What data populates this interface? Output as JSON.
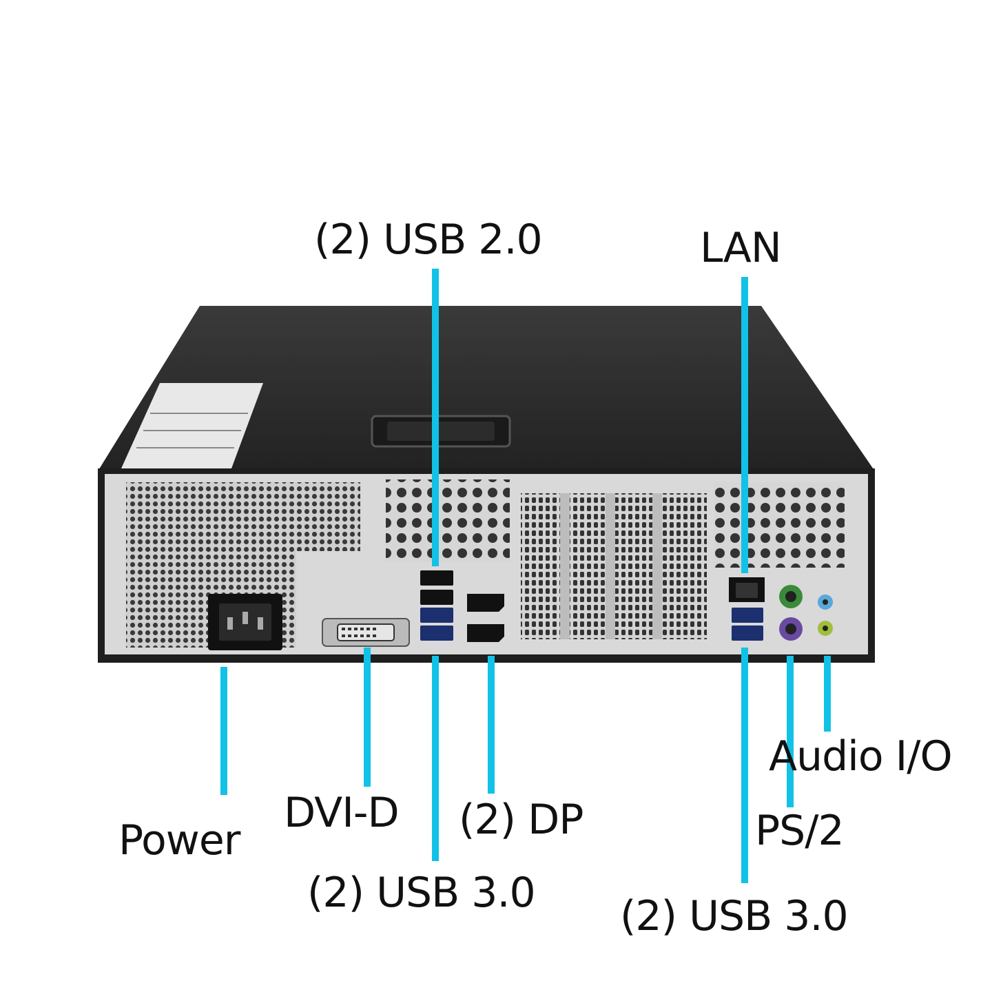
{
  "colors": {
    "accent": "#12c2e6",
    "chassis": "#2a2a2a",
    "back_panel": "#d9d9d9",
    "label_text": "#111111"
  },
  "labels": {
    "usb20_top": "(2) USB 2.0",
    "lan": "LAN",
    "power": "Power",
    "dvi": "DVI-D",
    "dp": "(2) DP",
    "usb30_left": "(2) USB 3.0",
    "usb30_right": "(2) USB 3.0",
    "ps2": "PS/2",
    "audio": "Audio I/O"
  },
  "icons": {
    "power_socket": "power-socket-icon",
    "dvi_port": "dvi-port-icon",
    "usb_port": "usb-port-icon",
    "displayport": "displayport-icon",
    "ethernet_port": "ethernet-port-icon",
    "ps2_port": "ps2-port-icon",
    "audio_jack": "audio-jack-icon"
  }
}
